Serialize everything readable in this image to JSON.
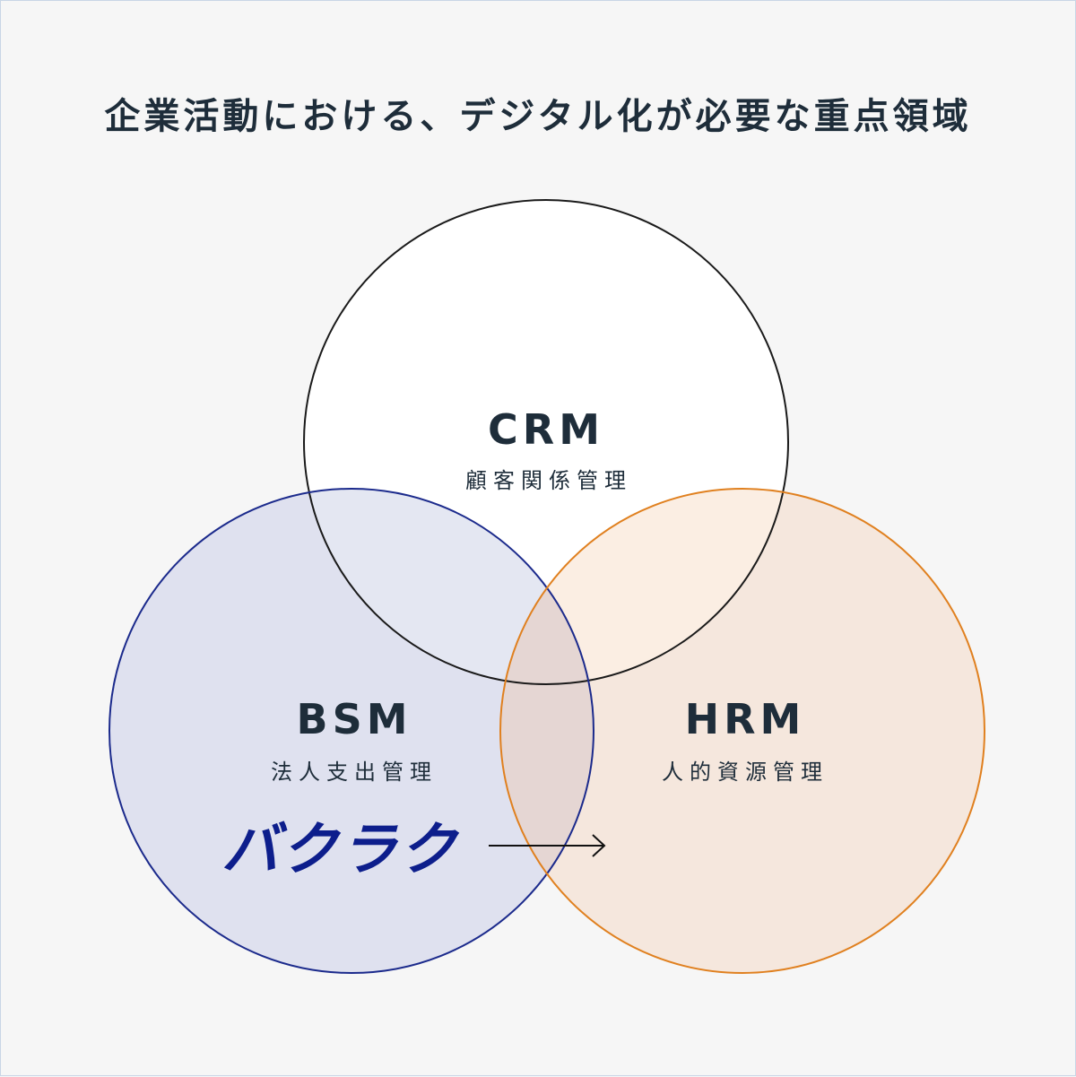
{
  "title": "企業活動における、デジタル化が必要な重点領域",
  "circles": {
    "crm": {
      "abbr": "CRM",
      "label": "顧客関係管理",
      "stroke": "#1a1a1a",
      "fill": "#ffffff"
    },
    "bsm": {
      "abbr": "BSM",
      "label": "法人支出管理",
      "stroke": "#1b2a8c",
      "fill": "#dfe1ef"
    },
    "hrm": {
      "abbr": "HRM",
      "label": "人的資源管理",
      "stroke": "#e0801f",
      "fill": "#f5e7dd"
    }
  },
  "logo": {
    "text": "バクラク",
    "color": "#0d1e8c"
  },
  "arrow": {
    "direction": "right",
    "color": "#111111"
  },
  "overlap_colors": {
    "crm_bsm": "#e4e7f2",
    "crm_hrm": "#fbeee3",
    "bsm_hrm": "#e5d6d3"
  }
}
